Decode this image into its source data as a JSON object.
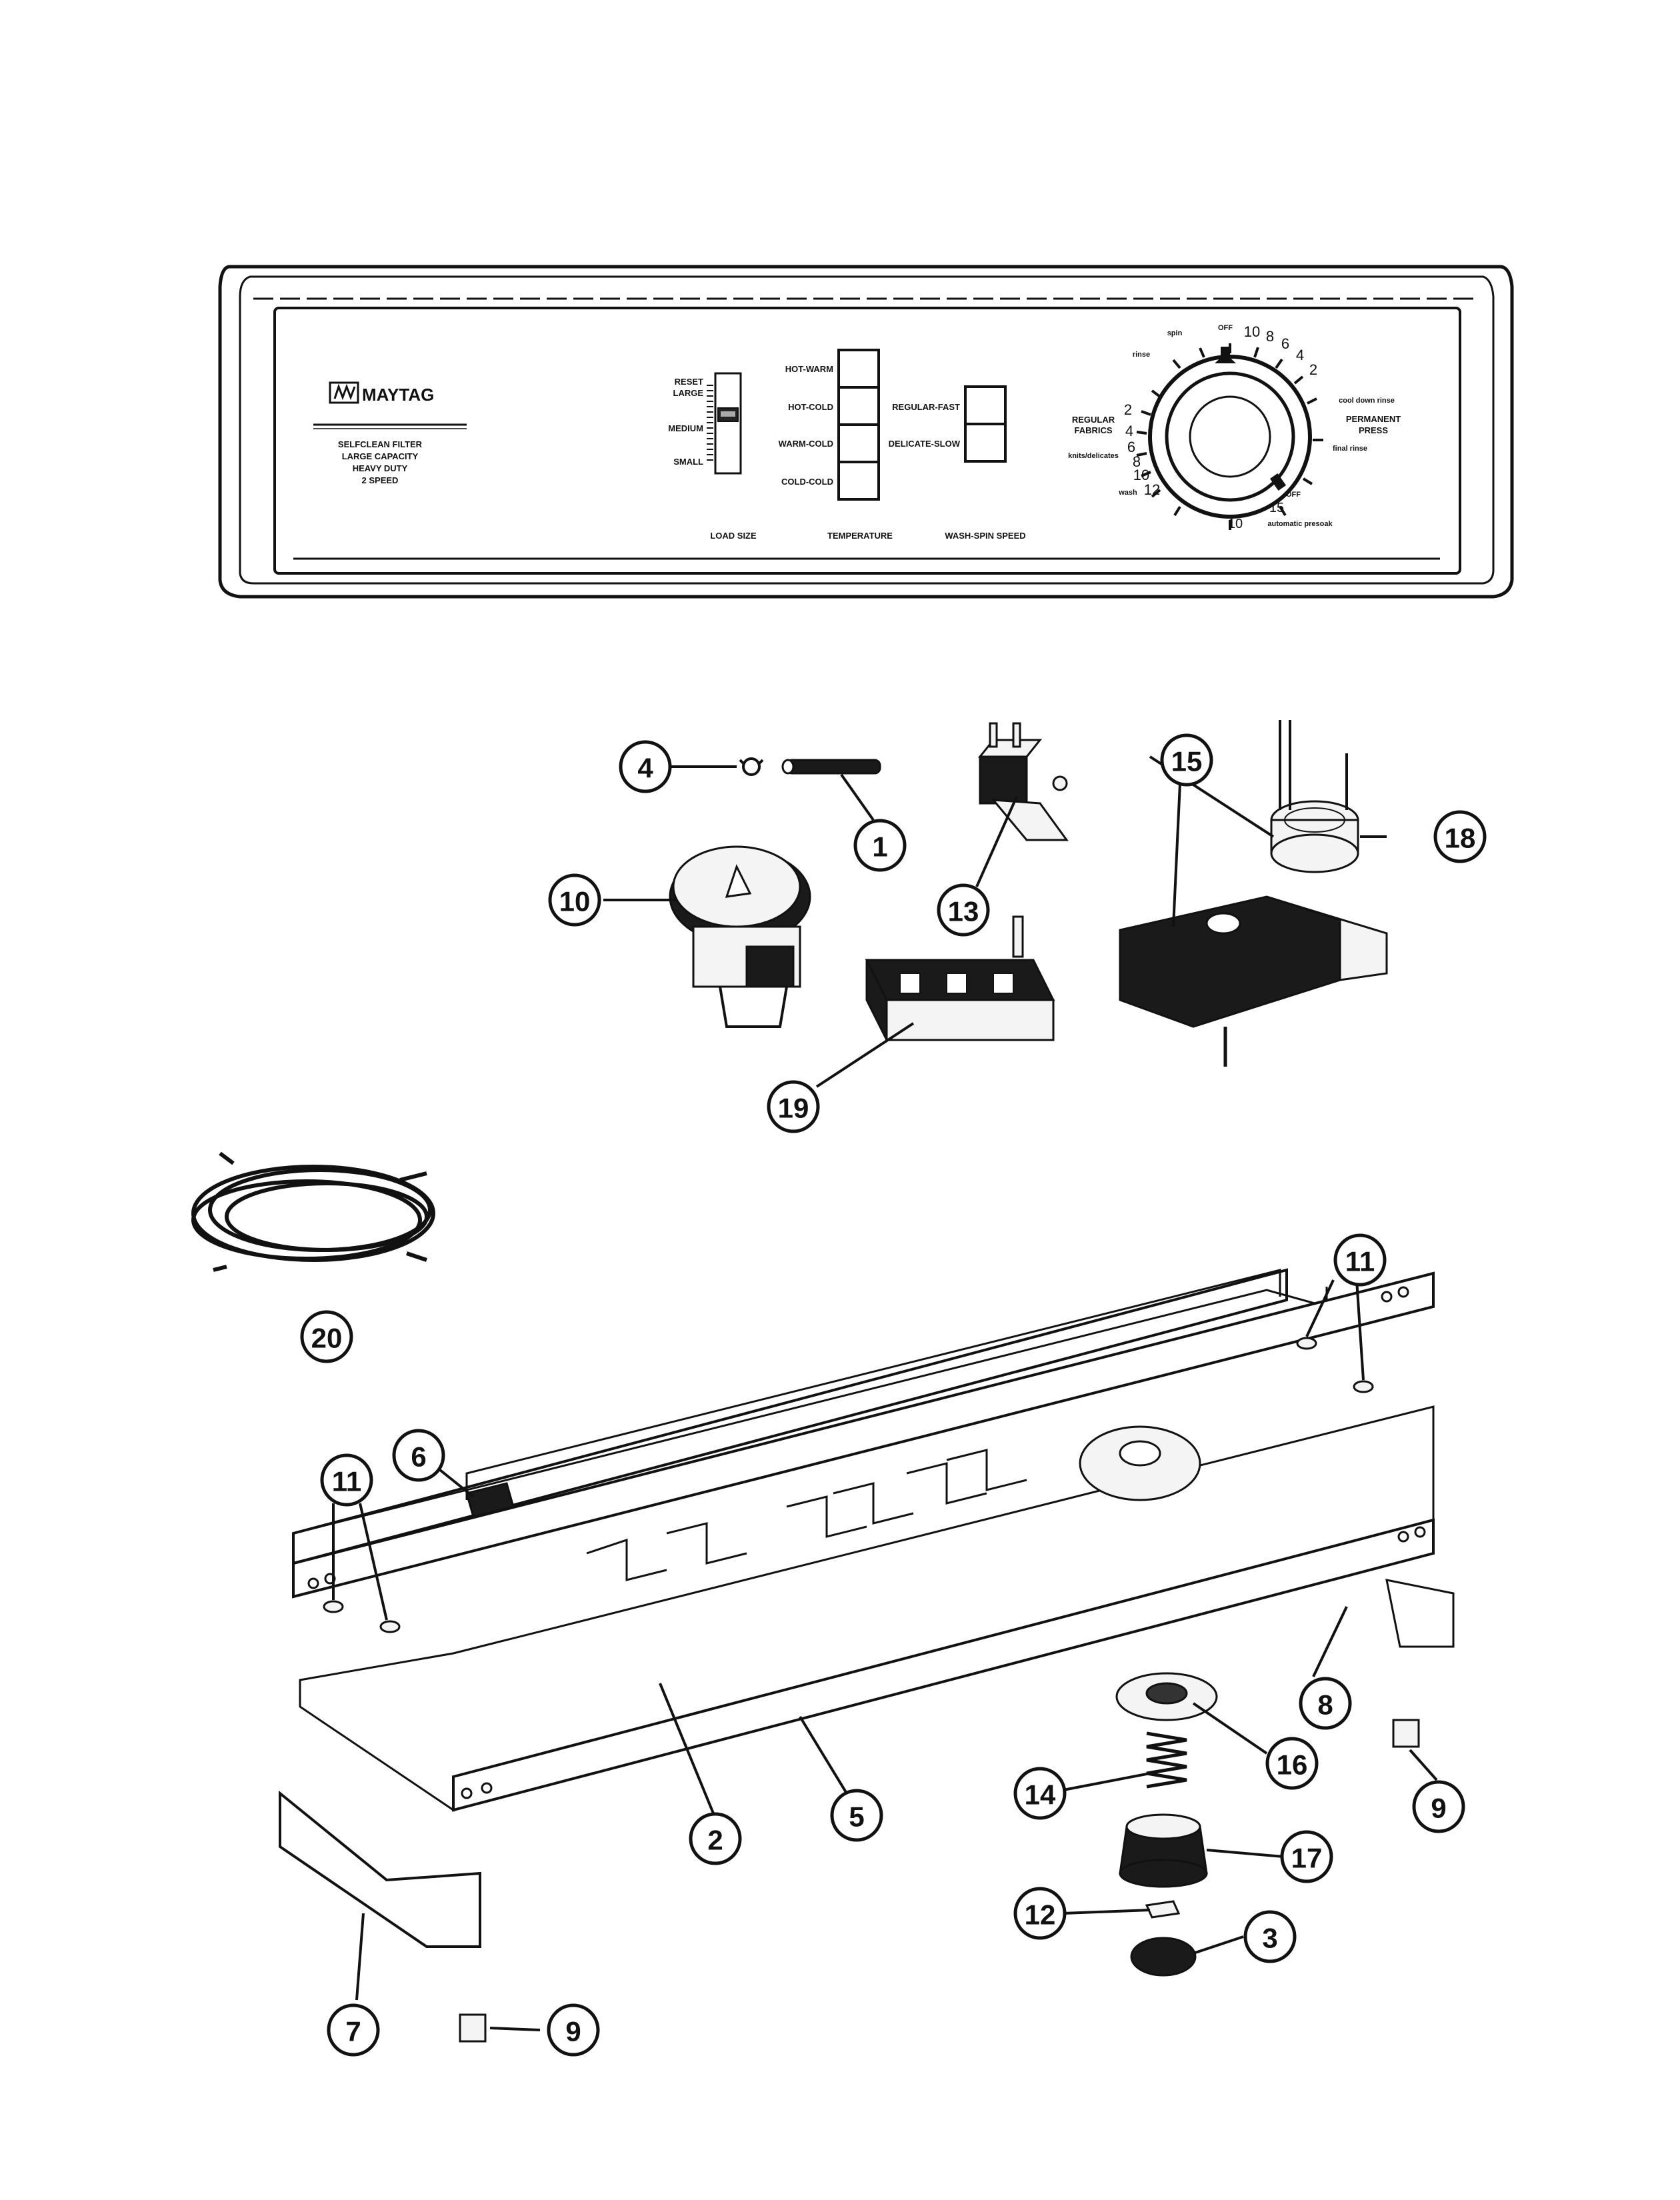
{
  "panel": {
    "brand": "MAYTAG",
    "features": [
      "SELFCLEAN FILTER",
      "LARGE CAPACITY",
      "HEAVY DUTY",
      "2 SPEED"
    ],
    "load_size": {
      "label": "LOAD SIZE",
      "options": [
        "RESET",
        "LARGE",
        "MEDIUM",
        "SMALL"
      ]
    },
    "temperature": {
      "label": "TEMPERATURE",
      "options": [
        "HOT-WARM",
        "HOT-COLD",
        "WARM-COLD",
        "COLD-COLD"
      ]
    },
    "wash_spin_speed": {
      "label": "WASH-SPIN SPEED",
      "options": [
        "REGULAR-FAST",
        "DELICATE-SLOW"
      ]
    },
    "timer_dial": {
      "top_labels": {
        "off": "OFF",
        "spin": "spin",
        "rinse": "rinse"
      },
      "top_numbers": [
        "10",
        "8",
        "6",
        "4",
        "2"
      ],
      "regular_fabrics": "REGULAR FABRICS",
      "regular_numbers": [
        "2",
        "4",
        "6",
        "8",
        "10",
        "12"
      ],
      "knits_delicates": "knits/delicates",
      "wash": "wash",
      "permanent_press": "PERMANENT PRESS",
      "cool_down_rinse": "cool down rinse",
      "final_rinse": "final rinse",
      "bottom_off": "OFF",
      "bottom_15": "15",
      "bottom_10": "10",
      "automatic_presoak": "automatic presoak"
    }
  },
  "callouts": [
    "1",
    "2",
    "3",
    "4",
    "5",
    "6",
    "7",
    "8",
    "9",
    "9",
    "10",
    "11",
    "11",
    "12",
    "13",
    "14",
    "15",
    "16",
    "17",
    "18",
    "19",
    "20"
  ]
}
